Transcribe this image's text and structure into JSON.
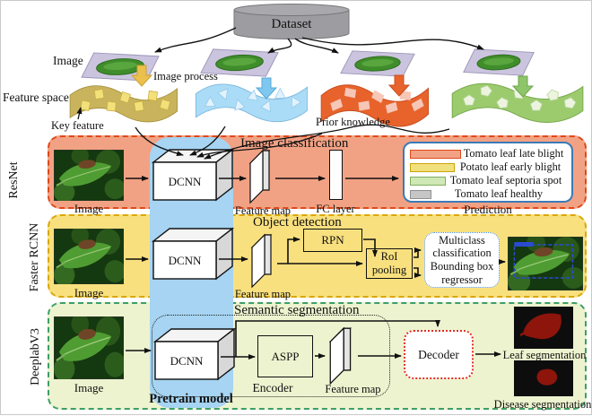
{
  "dataset": {
    "label": "Dataset"
  },
  "top": {
    "image_label": "Image",
    "image_process_label": "Image process",
    "feature_space_label": "Feature space",
    "key_feature_label": "Key feature",
    "prior_knowledge_label": "Prior knowledge"
  },
  "shared": {
    "image_caption": "Image",
    "dcnn": "DCNN",
    "feature_map": "Feature map"
  },
  "rows": {
    "resnet": {
      "name": "ResNet",
      "title": "Image classification",
      "fc_label": "FC layer",
      "prediction_label": "Prediction",
      "legend": [
        {
          "label": "Tomato leaf late blight",
          "color": "#f2a284",
          "border": "#e04818",
          "width": 57
        },
        {
          "label": "Potato leaf early blight",
          "color": "#f1e07e",
          "border": "#c9a40a",
          "width": 50
        },
        {
          "label": "Tomato leaf septoria spot",
          "color": "#cfe8b5",
          "border": "#7fae5f",
          "width": 40
        },
        {
          "label": "Tomato leaf healthy",
          "color": "#c6c6c6",
          "border": "#8f8f8f",
          "width": 24
        }
      ]
    },
    "faster_rcnn": {
      "name": "Faster RCNN",
      "title": "Object detection",
      "rpn_label": "RPN",
      "roi_label": "RoI pooling",
      "head_items": [
        "Multiclass classification",
        "Bounding box regressor"
      ]
    },
    "deeplab": {
      "name": "DeeplabV3",
      "title": "Semantic segmentation",
      "aspp_label": "ASPP",
      "encoder_label": "Encoder",
      "decoder_label": "Decoder",
      "leaf_seg_label": "Leaf segmentation",
      "disease_seg_label": "Disease segmentation"
    }
  },
  "pretrain_label": "Pretrain model",
  "colors": {
    "resnet_bg": "#f2a284",
    "resnet_border": "#e04818",
    "faster_bg": "#f9e07e",
    "faster_border": "#d8a70a",
    "deeplab_bg": "#edf3cf",
    "deeplab_border": "#3d9e6b",
    "pretrain_band": "#a6d4f2",
    "dataset_fill": "#a0a0a4",
    "ribbon_khaki": "#c9b45d",
    "ribbon_blue": "#aadcf7",
    "ribbon_orange": "#e8632c",
    "ribbon_green": "#9ccb6e",
    "bbox_blue": "#2a4bd0",
    "segmentation_red": "#8e150c",
    "decoder_border": "#e03020",
    "head_box_border": "#4a90d9",
    "legend_box_border": "#3a7ab8"
  }
}
